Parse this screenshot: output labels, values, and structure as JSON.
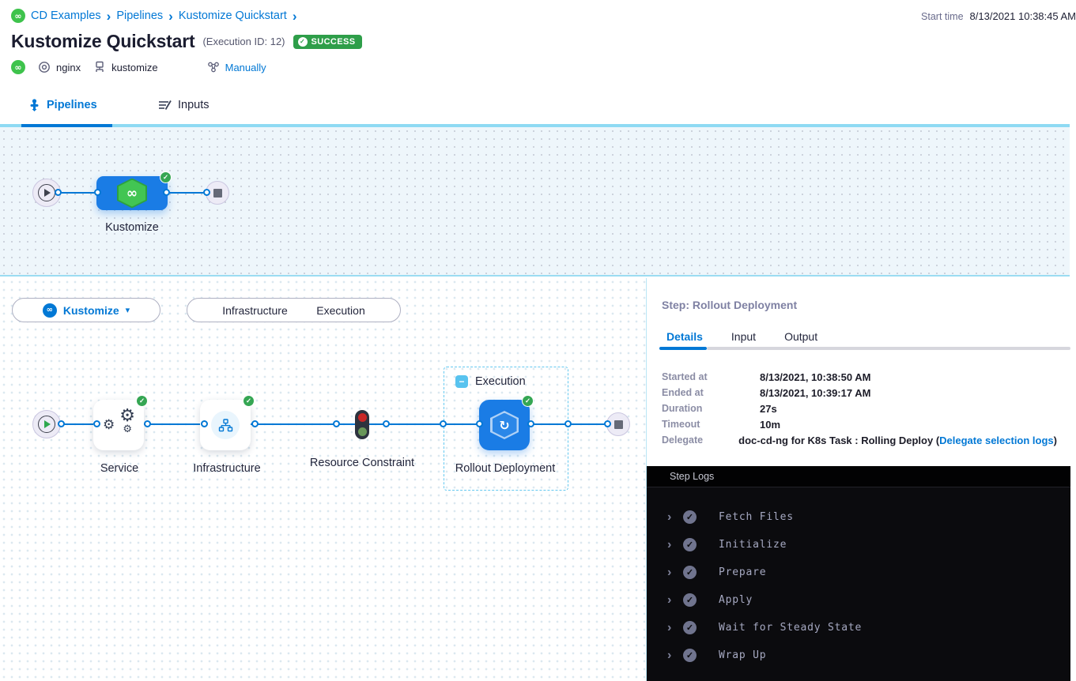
{
  "colors": {
    "accent_blue": "#0278d5",
    "node_blue": "#1a7ce5",
    "success_green": "#2e9e49",
    "harness_green": "#3ec34c",
    "canvas_border_blue": "#8edaf3",
    "log_bg": "#0b0b0e"
  },
  "icons": {
    "breadcrumb_chevron": "›",
    "caret_down": "▾",
    "infinity": "∞",
    "gear": "⚙",
    "check": "✓",
    "minus": "−",
    "refresh": "↻",
    "log_chevron": "›"
  },
  "header": {
    "breadcrumb": {
      "items": [
        "CD Examples",
        "Pipelines",
        "Kustomize Quickstart"
      ]
    },
    "title": "Kustomize Quickstart",
    "execution_id": "(Execution ID: 12)",
    "status": "SUCCESS",
    "tags": {
      "service": "nginx",
      "environment": "kustomize",
      "trigger": "Manually"
    },
    "start_time": {
      "label": "Start time",
      "value": "8/13/2021 10:38:45 AM"
    }
  },
  "tabs": {
    "pipelines": "Pipelines",
    "inputs": "Inputs"
  },
  "pipeline_graph": {
    "stage_label": "Kustomize"
  },
  "stage_view": {
    "selector_label": "Kustomize",
    "toggle": {
      "infrastructure": "Infrastructure",
      "execution": "Execution"
    },
    "group_label": "Execution",
    "nodes": {
      "service": "Service",
      "infrastructure": "Infrastructure",
      "resource_constraint": "Resource Constraint",
      "rollout": "Rollout Deployment"
    }
  },
  "step_panel": {
    "heading": "Step: Rollout Deployment",
    "tabs": [
      "Details",
      "Input",
      "Output"
    ],
    "details": [
      {
        "label": "Started at",
        "value": "8/13/2021, 10:38:50 AM"
      },
      {
        "label": "Ended at",
        "value": "8/13/2021, 10:39:17 AM"
      },
      {
        "label": "Duration",
        "value": "27s"
      },
      {
        "label": "Timeout",
        "value": "10m"
      }
    ],
    "delegate": {
      "label": "Delegate",
      "prefix": "doc-cd-ng for K8s Task : Rolling Deploy (",
      "link": "Delegate selection logs",
      "suffix": ")"
    }
  },
  "step_logs": {
    "title": "Step Logs",
    "sections": [
      "Fetch Files",
      "Initialize",
      "Prepare",
      "Apply",
      "Wait for Steady State",
      "Wrap Up"
    ]
  }
}
